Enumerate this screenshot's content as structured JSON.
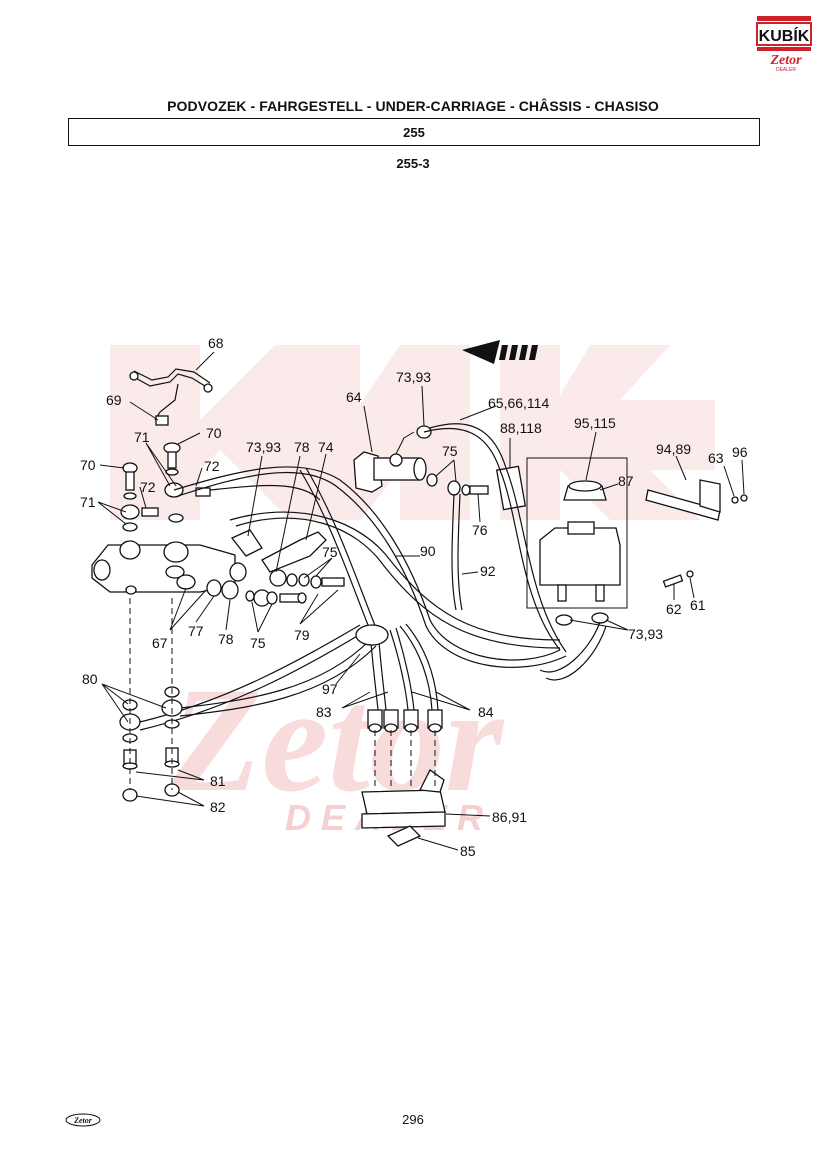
{
  "header": {
    "title": "PODVOZEK - FAHRGESTELL - UNDER-CARRIAGE - CHÂSSIS - CHASISO",
    "section": "255",
    "subsection": "255-3"
  },
  "logo": {
    "brand": "KUBÍK",
    "sub": "Zetor",
    "dealer": "DEALER",
    "color": "#d0202a"
  },
  "watermark": {
    "brand": "KUBÍK",
    "sub": "Zetor",
    "dealer": "DEALER",
    "color": "#f6d0d0"
  },
  "footer": {
    "page_number": "296",
    "logo_text": "Zetor"
  },
  "labels": {
    "l68": "68",
    "l69": "69",
    "l70a": "70",
    "l70b": "70",
    "l71a": "71",
    "l71b": "71",
    "l72a": "72",
    "l72b": "72",
    "l7393a": "73,93",
    "l7393b": "73,93",
    "l7393c": "73,93",
    "l78a": "78",
    "l78b": "78",
    "l74": "74",
    "l64": "64",
    "l6566": "65,66,114",
    "l88": "88,118",
    "l95": "95,115",
    "l9489": "94,89",
    "l63": "63",
    "l96": "96",
    "l75a": "75",
    "l75b": "75",
    "l75c": "75",
    "l87": "87",
    "l76": "76",
    "l90": "90",
    "l92": "92",
    "l62": "62",
    "l61": "61",
    "l67": "67",
    "l77": "77",
    "l79": "79",
    "l80": "80",
    "l97": "97",
    "l83": "83",
    "l84": "84",
    "l81": "81",
    "l82": "82",
    "l8691": "86,91",
    "l85": "85"
  }
}
